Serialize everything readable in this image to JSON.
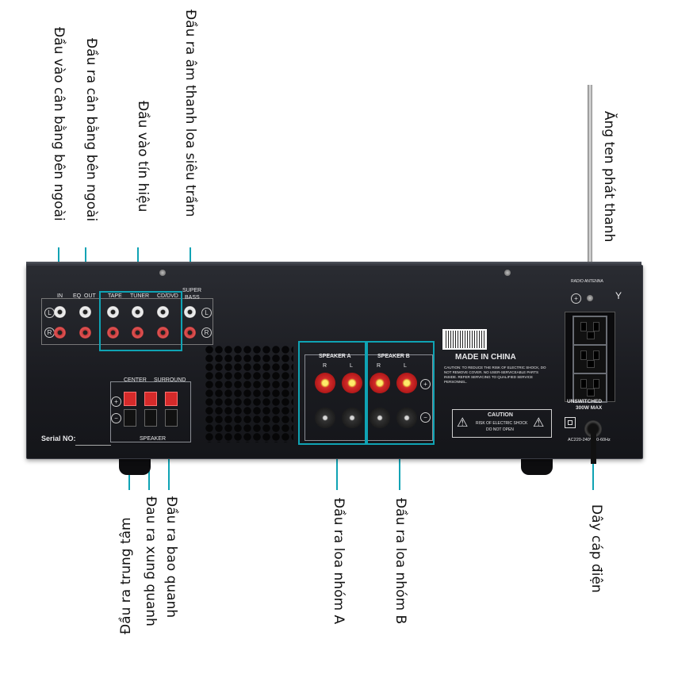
{
  "callouts": {
    "eq_in": "Đầu vào cân bằng bên ngoài",
    "eq_out": "Đầu ra cân bằng bên ngoài",
    "signal_in": "Đầu vào tín hiệu",
    "super_bass": "Đầu ra âm thanh loa siêu trầm",
    "antenna": "Ăng ten phát thanh",
    "center": "Đầu ra trung tâm",
    "surround_a": "Đau ra xung quanh",
    "surround_b": "Đầu ra bao quanh",
    "speaker_a": "Đầu ra loa nhóm A",
    "speaker_b": "Đầu ra loa nhóm B",
    "power_cable": "Dây cáp điện"
  },
  "panel": {
    "in": "IN",
    "eq": "EQ",
    "out": "OUT",
    "tape": "TAPE",
    "tuner": "TUNER",
    "cd_dvd": "CD/DVD",
    "super": "SUPER",
    "bass": "BASS",
    "center": "CENTER",
    "surround": "SURROUND",
    "speaker": "SPEAKER",
    "speaker_a": "SPEAKER A",
    "speaker_b": "SPEAKER B",
    "r": "R",
    "l": "L",
    "serial": "Serial NO:",
    "made_in": "MADE IN CHINA",
    "caution_small": "CAUTION: TO REDUCE THE RISK OF ELECTRIC SHOCK, DO NOT REMOVE COVER. NO USER-SERVICEABLE PARTS INSIDE. REFER SERVICING TO QUALIFIED SERVICE PERSONNEL.",
    "caution_title": "CAUTION",
    "caution_line1": "RISK OF ELECTRIC SHOCK",
    "caution_line2": "DO NOT OPEN",
    "radio_antenna": "RADIO ANTENNA",
    "unswitched": "UNSWITCHED",
    "max_power": "300W MAX",
    "ac_rating": "AC220-240V 50-60Hz"
  },
  "colors": {
    "leader": "#0fa3b4",
    "chassis": "#1a1b20",
    "binding_post_red": "#d22a2a"
  }
}
